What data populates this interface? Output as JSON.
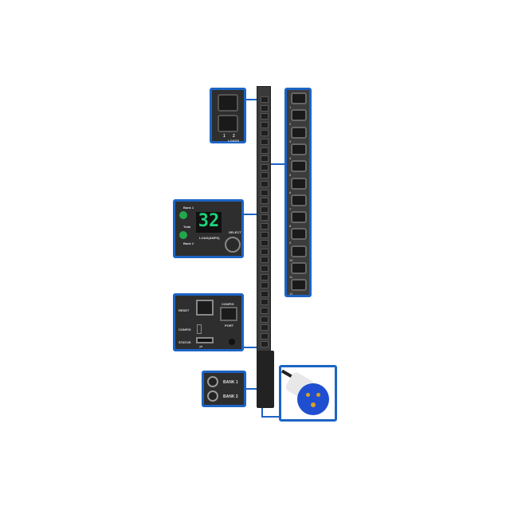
{
  "top_panel": {
    "outlet_numbers": [
      "1",
      "2"
    ],
    "label": "LOADS"
  },
  "outlet_column": {
    "numbers": [
      "1",
      "2",
      "3",
      "4",
      "5",
      "6",
      "7",
      "8",
      "9",
      "10",
      "11",
      "12"
    ]
  },
  "display_panel": {
    "bank1": "Bank 1",
    "total": "Total",
    "bank2": "Bank 2",
    "reading": "32",
    "reading_label": "LOAD(AMPS)",
    "button_label": "SELECT"
  },
  "network_panel": {
    "reset": "RESET",
    "config_top": "CONFIG",
    "port": "PORT",
    "config_left": "CONFIG",
    "status": "STATUS"
  },
  "breaker_panel": {
    "bank1": "BANK 1",
    "bank2": "BANK 2"
  },
  "colors": {
    "accent": "#1c64c4",
    "display_green": "#1fd07a",
    "plug_blue": "#1f4fd0"
  }
}
